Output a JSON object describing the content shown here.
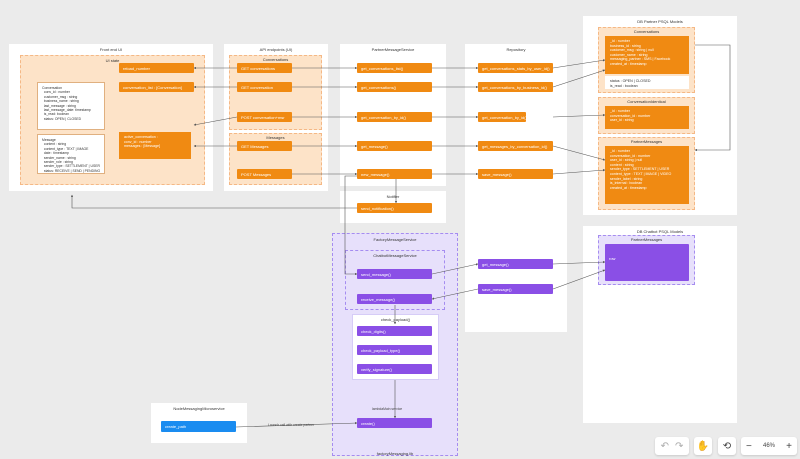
{
  "panels": {
    "front_end": "Front end UI",
    "ui_state": "UI state",
    "endpoints": "API endpoints (UI)",
    "conversations_grp": "Conversations",
    "messages_grp": "Messages",
    "service": "PartnerMessageService",
    "repository": "Repository",
    "notifier": "Notifier",
    "models_title": "DB Partner PSQL Models",
    "conversations_model": "Conversations",
    "conv_identities_model": "ConversationIdentical",
    "partner_messages_model": "PartnerMessages",
    "chatbot_models": "DB Chatbot PSQL Models",
    "chatbot_msgs": "PartnerMessages",
    "factory_service": "FactoryMessageService",
    "factory_inner": "ChatbotMessageService",
    "check_payload_box": "check_payload()",
    "lambda_service": "lambdaMain service",
    "factory_footer": "factoryMessaging.lib",
    "node_title": "NodeMessagingMicroservice"
  },
  "buttons": {
    "reload_number": "reload_number",
    "conversation_list": "conversation_list : [Conversation]",
    "get_conversations": "GET conversations",
    "get_conversation": "GET conversation",
    "post_conversation": "POST conversation+msr",
    "get_messages": "GET Messages",
    "post_messages": "POST Messages",
    "svc_get_conversations": "get_conversations_list()",
    "svc_get_conversation": "get_conversations()",
    "svc_get_conv_by_id": "get_conversation_by_id()",
    "svc_get_message": "get_message()",
    "svc_new_message": "new_message()",
    "repo_by_user": "get_conversations_stats_by_user_id()",
    "repo_by_business": "get_conversations_by_business_id()",
    "repo_by_id": "get_conversation_by_id()",
    "repo_messages": "get_messages_by_conversation_id()",
    "repo_save": "save_message()",
    "send_notification": "send_notification()",
    "factory_send": "send_message()",
    "factory_receive": "receive_message()",
    "check_digits": "check_digits()",
    "check_payload_type": "check_payload_type()",
    "verify_signature": "verify_signature()",
    "create": "create()",
    "repo_get_message": "get_message()",
    "repo_save2": "save_message()",
    "chatbot_row": "row",
    "node_create": "create_path"
  },
  "notes": {
    "active_conversation": "active_conversation :\nconv_id : number\nmessages : [Message]",
    "conversation_struct": "Conversation\n  conv_id : number\n  customer_msg : string\n  business_name : string\n  last_message : string\n  last_message_date: timestamp\n  is_read: boolean\n  status: OPEN | CLOSED",
    "message_struct": "Message\n  content : string\n  content_type : TEXT | IMAGE\n  date : timestamp\n  sender_name : string\n  sender_role : string\n  sender_type : SETTLEMENT | USER\n  status: RECEIVE | SEND | PENDING"
  },
  "models": {
    "conversations_fields": "_id : number\nbusiness_id : string\ncustomer_msg : string | null\ncustomer_name : string\nmessaging_partner : SMS | Facebook\ncreated_at : timestamp",
    "conversations_extra": "status : OPEN | CLOSED\nis_read : boolean",
    "identities_fields": "_id : number\nconversation_id : number\nuser_id : string",
    "messages_fields": "_id : number\nconversation_id : number\nuser_id : string | null\ncontent : string\nsender_type : SETTLEMENT | USER\ncontent_type : TEXT | IMAGE | VIDEO\nsender_label : string\nis_internal : boolean\ncreated_at : timestamp"
  },
  "edges": {
    "launch_label": "Launch call with create partner"
  },
  "toolbar": {
    "undo": "↶",
    "redo": "↷",
    "hand": "✋",
    "history": "⟲",
    "zoom_out": "−",
    "zoom_level": "46%",
    "zoom_in": "+"
  }
}
